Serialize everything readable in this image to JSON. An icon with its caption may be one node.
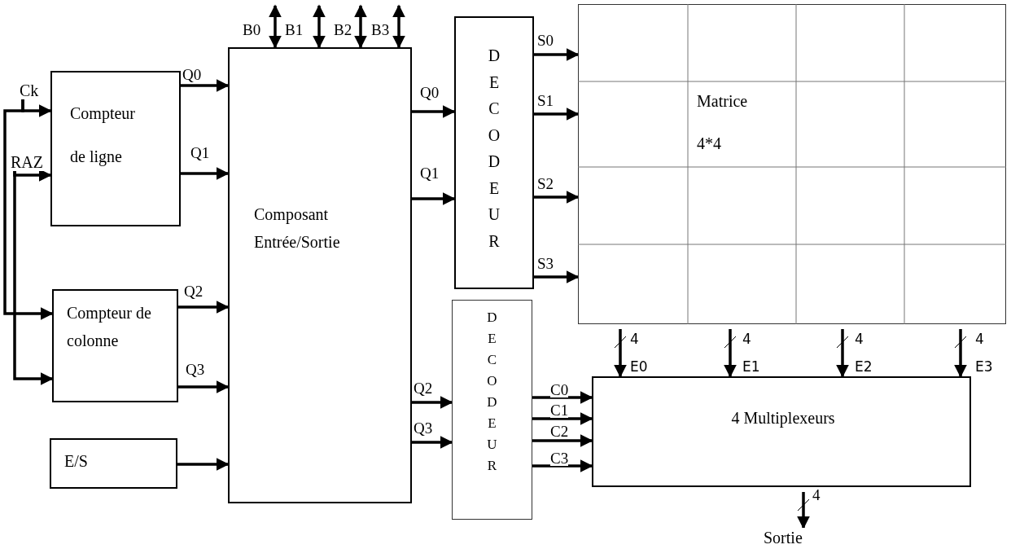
{
  "diagram": {
    "nodes": [
      {
        "text": [
          "Compteur de ligne"
        ]
      },
      {
        "text": [
          "Compteur de colonne"
        ]
      },
      {
        "text": [
          "E/S"
        ]
      },
      {
        "text": [
          "Composant Entrée/Sortie"
        ]
      },
      {
        "text": [
          "D E C O D E U R"
        ]
      },
      {
        "text": [
          "D E C O D E U R"
        ]
      },
      {
        "text": [
          "Matrice 4*4"
        ]
      },
      {
        "text": [
          "4 Multiplexeurs"
        ]
      },
      {
        "text": [
          "Sortie"
        ]
      },
      {
        "text": [
          "Ck"
        ]
      },
      {
        "text": [
          "RAZ"
        ]
      }
    ],
    "edges": [
      {
        "from": 9,
        "to": 0,
        "arrow": "to"
      },
      {
        "from": 9,
        "to": 1,
        "arrow": "to"
      },
      {
        "from": 10,
        "to": 0,
        "arrow": "to"
      },
      {
        "from": 10,
        "to": 1,
        "arrow": "to"
      },
      {
        "from": 0,
        "to": 3,
        "arrow": "to",
        "label": "Q0"
      },
      {
        "from": 0,
        "to": 3,
        "arrow": "to",
        "label": "Q1"
      },
      {
        "from": 1,
        "to": 3,
        "arrow": "to",
        "label": "Q2"
      },
      {
        "from": 1,
        "to": 3,
        "arrow": "to",
        "label": "Q3"
      },
      {
        "from": 2,
        "to": 3,
        "arrow": "to"
      },
      {
        "from": 3,
        "to": null,
        "arrow": "both",
        "label": "B0"
      },
      {
        "from": 3,
        "to": null,
        "arrow": "both",
        "label": "B1"
      },
      {
        "from": 3,
        "to": null,
        "arrow": "both",
        "label": "B2"
      },
      {
        "from": 3,
        "to": null,
        "arrow": "both",
        "label": "B3"
      },
      {
        "from": 3,
        "to": 4,
        "arrow": "to",
        "label": "Q0"
      },
      {
        "from": 3,
        "to": 4,
        "arrow": "to",
        "label": "Q1"
      },
      {
        "from": 3,
        "to": 5,
        "arrow": "to",
        "label": "Q2"
      },
      {
        "from": 3,
        "to": 5,
        "arrow": "to",
        "label": "Q3"
      },
      {
        "from": 4,
        "to": 6,
        "arrow": "to",
        "label": "S0"
      },
      {
        "from": 4,
        "to": 6,
        "arrow": "to",
        "label": "S1"
      },
      {
        "from": 4,
        "to": 6,
        "arrow": "to",
        "label": "S2"
      },
      {
        "from": 4,
        "to": 6,
        "arrow": "to",
        "label": "S3"
      },
      {
        "from": 5,
        "to": 7,
        "arrow": "to",
        "label": "C0"
      },
      {
        "from": 5,
        "to": 7,
        "arrow": "to",
        "label": "C1"
      },
      {
        "from": 5,
        "to": 7,
        "arrow": "to",
        "label": "C2"
      },
      {
        "from": 5,
        "to": 7,
        "arrow": "to",
        "label": "C3"
      },
      {
        "from": 6,
        "to": 7,
        "arrow": "to",
        "label": "E0"
      },
      {
        "from": 6,
        "to": 7,
        "arrow": "to",
        "label": "E1"
      },
      {
        "from": 6,
        "to": 7,
        "arrow": "to",
        "label": "E2"
      },
      {
        "from": 6,
        "to": 7,
        "arrow": "to",
        "label": "E3"
      },
      {
        "from": 7,
        "to": 8,
        "arrow": "to",
        "label": "4"
      }
    ],
    "labels": [
      "4",
      "4",
      "4",
      "4"
    ]
  }
}
